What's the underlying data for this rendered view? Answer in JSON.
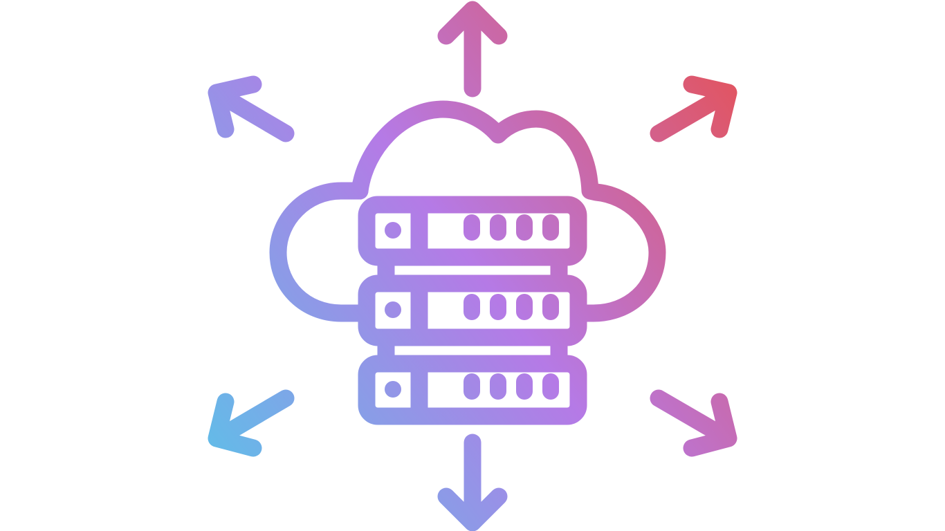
{
  "illustration": {
    "subject": "cloud-server-distribution",
    "icon_name": "cloud-server-icon",
    "gradient_colors": [
      "#62bce8",
      "#b57ae6",
      "#e2545f"
    ],
    "background_color": "#ffffff",
    "server_rack_units": 3,
    "leds_per_unit": 4,
    "arrows": [
      {
        "name": "arrow-up-icon",
        "direction": "up"
      },
      {
        "name": "arrow-up-right-icon",
        "direction": "up-right"
      },
      {
        "name": "arrow-down-right-icon",
        "direction": "down-right"
      },
      {
        "name": "arrow-down-icon",
        "direction": "down"
      },
      {
        "name": "arrow-down-left-icon",
        "direction": "down-left"
      },
      {
        "name": "arrow-up-left-icon",
        "direction": "up-left"
      }
    ]
  }
}
